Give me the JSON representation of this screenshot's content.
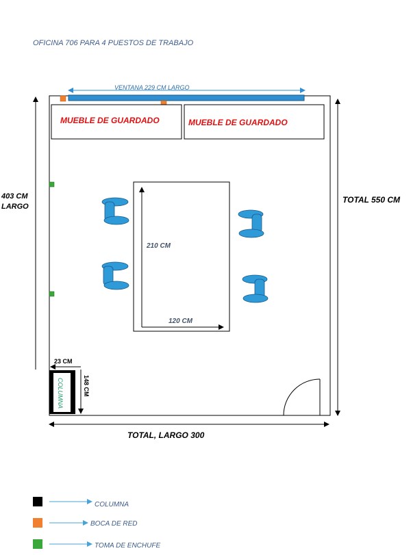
{
  "title": "OFICINA 706 PARA 4 PUESTOS DE TRABAJO",
  "window_label": "VENTANA 229 CM LARGO",
  "furniture": [
    {
      "label": "MUEBLE DE GUARDADO"
    },
    {
      "label": "MUEBLE DE GUARDADO"
    }
  ],
  "dimensions": {
    "left_height_line1": "403 CM",
    "left_height_line2": "LARGO",
    "right_total": "TOTAL 550 CM",
    "bottom_total": "TOTAL, LARGO 300",
    "table_height": "210 CM",
    "table_width": "120 CM",
    "column_width": "23 CM",
    "column_height": "148 CM"
  },
  "column_label": "COLUMNA",
  "legend": [
    {
      "label": "COLUMNA",
      "color": "#000000"
    },
    {
      "label": "BOCA DE RED",
      "color": "#f08030"
    },
    {
      "label": "TOMA DE ENCHUFE",
      "color": "#3aa83a"
    }
  ],
  "colors": {
    "window": "#2f8fd0",
    "chair": "#2e9ad8",
    "furniture_text": "#e01010",
    "dimension_text": "#44546a",
    "title_text": "#3d5b8c",
    "legend_arrow": "#4aa3d8"
  }
}
